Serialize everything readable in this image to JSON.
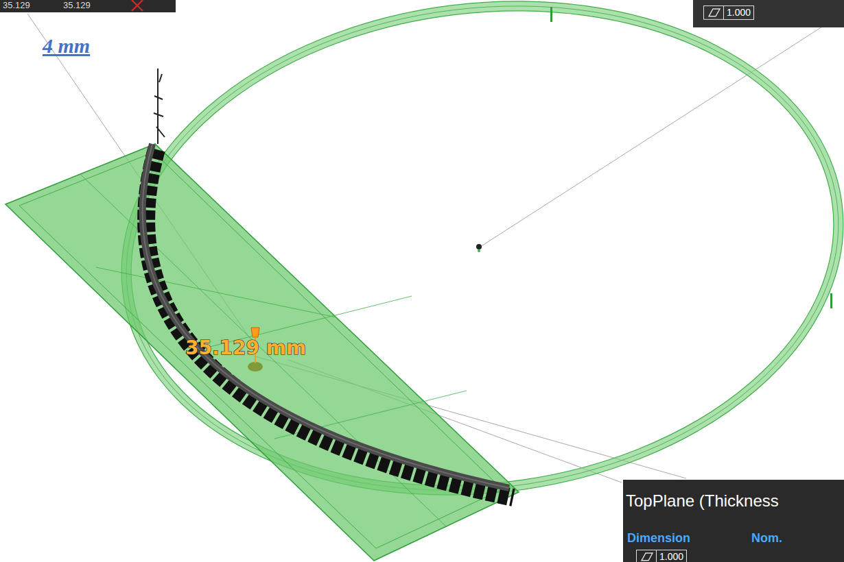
{
  "diagram": {
    "nodes": [
      {
        "text": [
          "35.129",
          "35.129"
        ]
      },
      {
        "text": [
          "1.000"
        ]
      },
      {
        "text": [
          "TopPlane (Thickness",
          "Dimension",
          "Nom.",
          "1.000"
        ]
      }
    ],
    "labels": [
      "35.129 mm",
      "4 mm"
    ]
  }
}
